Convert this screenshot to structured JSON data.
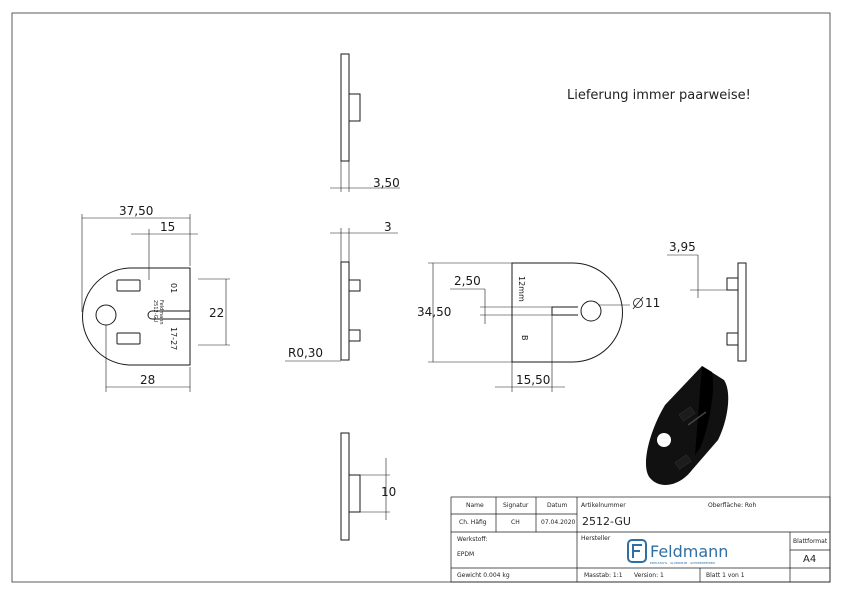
{
  "note": "Lieferung immer paarweise!",
  "dimensions": {
    "width_overall": "37,50",
    "slot_offset": "15",
    "slot_spacing": "22",
    "hole_offset": "28",
    "side_thickness": "3,50",
    "side_step": "3",
    "radius": "R0,30",
    "pad_height": "10",
    "front_height": "34,50",
    "slot_width": "2,50",
    "slot_depth": "15,50",
    "hole_diameter": "11",
    "right_pad": "3,95"
  },
  "part_markings": {
    "plate_a": [
      "Feldmann",
      "2512-GU",
      "01",
      "17-27"
    ],
    "plate_b_size": "12mm",
    "plate_b_mark": "B"
  },
  "title_block": {
    "name_label": "Name",
    "signatur_label": "Signatur",
    "datum_label": "Datum",
    "name_value": "Ch. Häfig",
    "signatur_value": "CH",
    "datum_value": "07.04.2020",
    "artikel_label": "Artikelnummer",
    "artikel_value": "2512-GU",
    "oberflaeche": "Oberfläche: Roh",
    "werkstoff_label": "Werkstoff:",
    "werkstoff_value": "EPDM",
    "hersteller_label": "Hersteller",
    "brand": "Feldmann",
    "brand_tagline": "EDELSTAHL · ALUMINIUM · SCHMIEDEEISEN",
    "blattformat_label": "Blattformat",
    "blattformat_value": "A4",
    "gewicht": "Gewicht 0.004 kg",
    "massstab": "Masstab: 1:1",
    "version": "Version: 1",
    "blatt": "Blatt 1 von 1"
  },
  "colors": {
    "line": "#1a1a1a",
    "brand": "#2f6fa3",
    "part": "#111111"
  }
}
